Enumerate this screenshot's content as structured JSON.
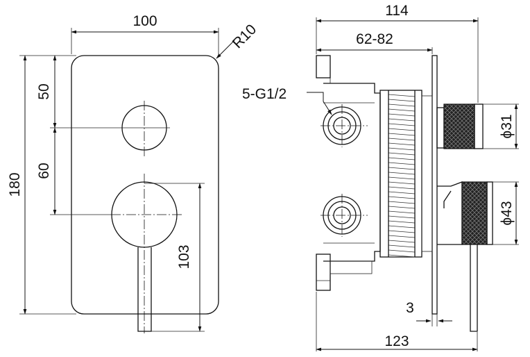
{
  "front_view": {
    "width_label": "100",
    "radius_label": "R10",
    "height_label": "180",
    "upper_offset_label": "50",
    "spacing_label": "60",
    "lever_offset_label": "103"
  },
  "side_view": {
    "depth_label": "114",
    "adjust_range_label": "62-82",
    "connection_label": "5-G1/2",
    "small_knob_label": "ϕ31",
    "large_knob_label": "ϕ43",
    "plate_thickness_label": "3",
    "total_depth_label": "123"
  }
}
